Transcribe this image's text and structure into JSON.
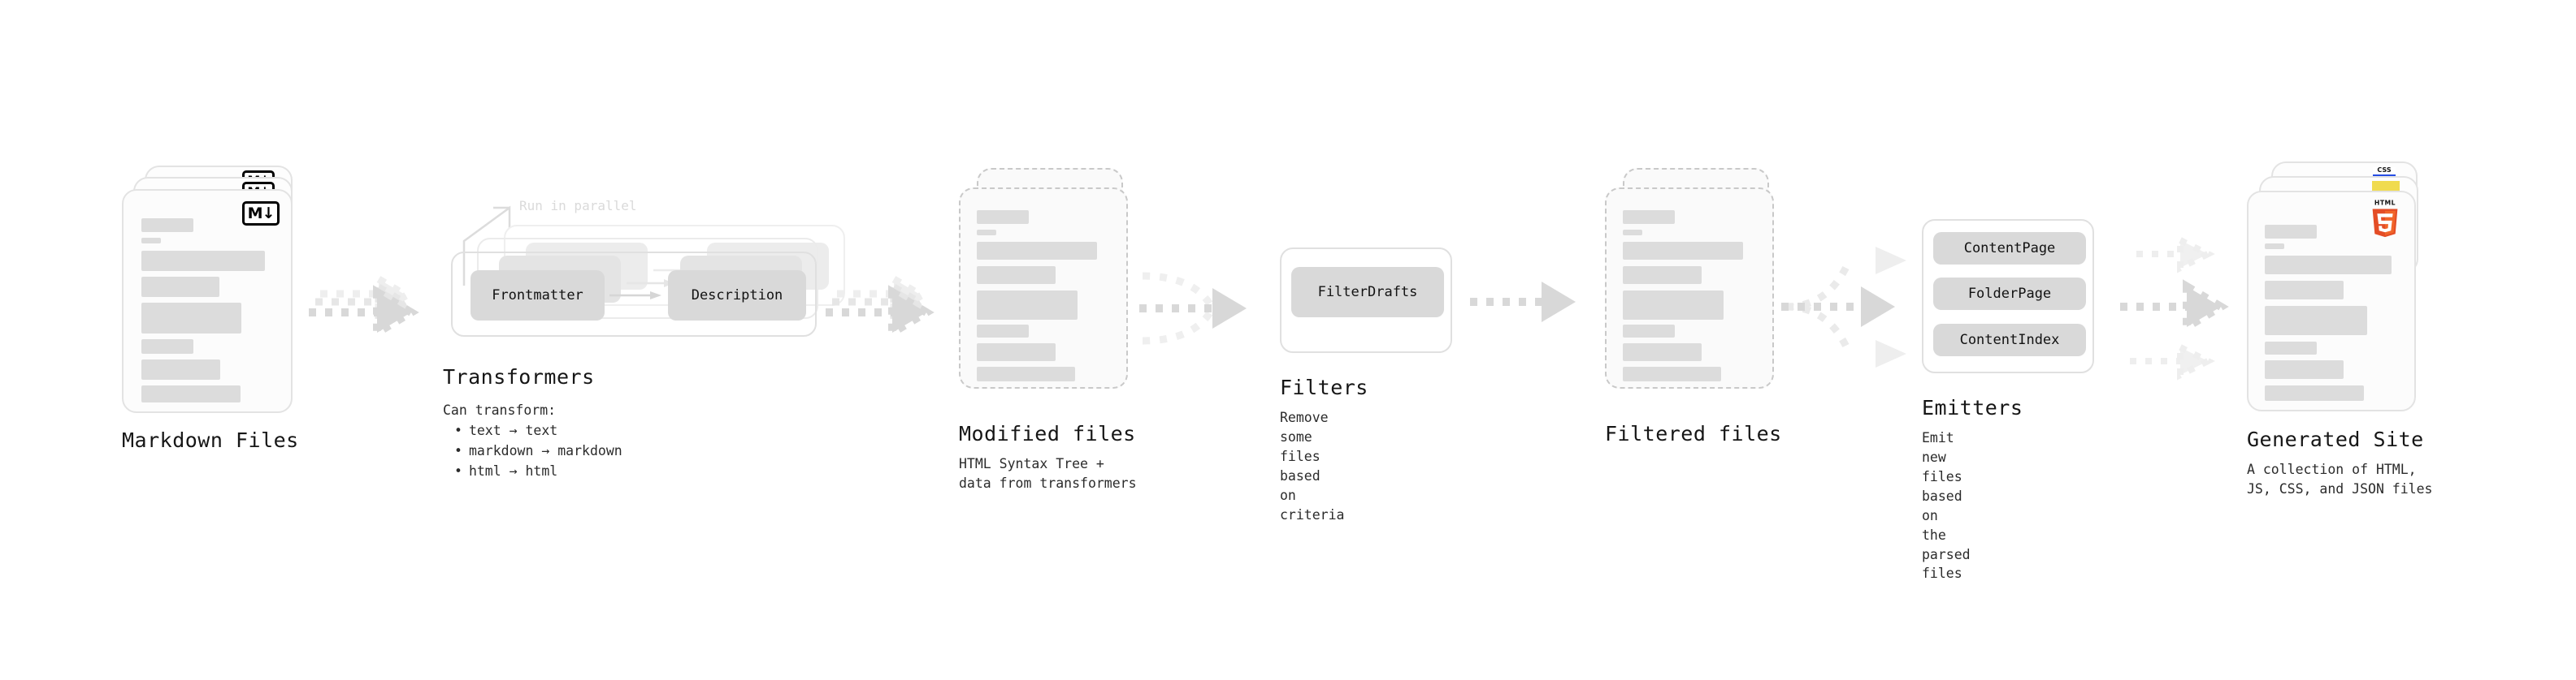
{
  "diagram": {
    "title": "Content Processing Pipeline",
    "background": "#ffffff",
    "accent_colors": {
      "skeleton": "#dcdcdc",
      "card_border": "#e3e3e3",
      "dashed_border": "#c9c9c9",
      "chip": "#d9d9d9",
      "arrow": "#d5d5d5",
      "html5": "#E44D26",
      "javascript": "#F0DB4F",
      "css": "#264DE4",
      "text": "#161616"
    }
  },
  "stages": [
    {
      "id": "markdown-files",
      "title": "Markdown Files",
      "subtitle": "",
      "badge": "markdown-badge",
      "badge_label": "M↓",
      "card_style": "solid",
      "stacked": 3
    },
    {
      "id": "transformers",
      "title": "Transformers",
      "note": "Run in parallel",
      "bullets_lead": "Can transform:",
      "bullets": [
        "text → text",
        "markdown → markdown",
        "html → html"
      ],
      "chips": [
        "Frontmatter",
        "Description"
      ],
      "card_style": "group",
      "stacked": 3
    },
    {
      "id": "modified-files",
      "title": "Modified files",
      "subtitle": "HTML Syntax Tree +\ndata from transformers",
      "card_style": "dashed",
      "stacked": 2
    },
    {
      "id": "filters",
      "title": "Filters",
      "subtitle": "Remove some files based\non criteria",
      "chips": [
        "FilterDrafts"
      ],
      "card_style": "group",
      "stacked": 1
    },
    {
      "id": "filtered-files",
      "title": "Filtered files",
      "subtitle": "",
      "card_style": "dashed",
      "stacked": 2
    },
    {
      "id": "emitters",
      "title": "Emitters",
      "subtitle": "Emit new files based on\nthe parsed files",
      "chips": [
        "ContentPage",
        "FolderPage",
        "ContentIndex"
      ],
      "card_style": "group",
      "stacked": 1
    },
    {
      "id": "generated-site",
      "title": "Generated Site",
      "subtitle": "A collection of HTML,\nJS, CSS, and JSON files",
      "badge": "html5-badge",
      "badge_label": "HTML",
      "badge_number": "5",
      "secondary_badges": [
        "js-badge",
        "css-badge"
      ],
      "css_badge_label": "CSS",
      "card_style": "solid",
      "stacked": 3
    }
  ],
  "connectors": [
    {
      "id": "md-to-transformers",
      "type": "layered",
      "branches": 3
    },
    {
      "id": "transformers-to-modified",
      "type": "layered",
      "branches": 3
    },
    {
      "id": "modified-to-filters",
      "type": "converging",
      "branches": 3
    },
    {
      "id": "filters-to-filtered",
      "type": "single",
      "branches": 1
    },
    {
      "id": "filtered-to-emitters",
      "type": "diverging",
      "branches": 3
    },
    {
      "id": "emitters-to-site",
      "type": "parallel",
      "branches": 3
    }
  ]
}
